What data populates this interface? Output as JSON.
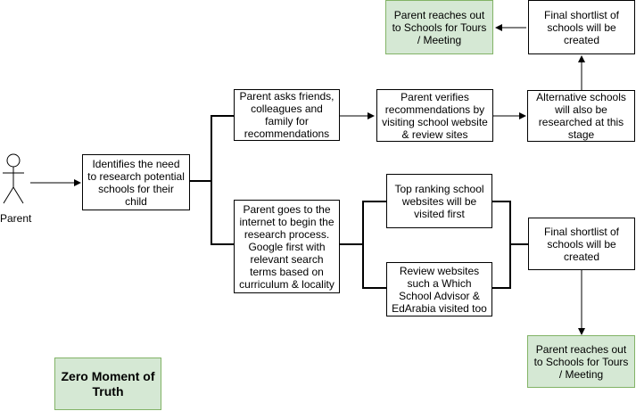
{
  "actor": {
    "label": "Parent"
  },
  "nodes": {
    "identify": "Identifies the need to research potential schools for their child",
    "ask_friends": "Parent asks friends, colleagues and family for recommendations",
    "verify": "Parent verifies recommendations by visiting school website & review sites",
    "alternative": "Alternative schools will also be researched at this stage",
    "shortlist_top": "Final shortlist of schools will be created",
    "reach_top": "Parent reaches out to Schools for Tours / Meeting",
    "internet": "Parent goes to the internet to begin the research process. Google first with relevant search terms based on curriculum & locality",
    "top_ranking": "Top ranking school websites will be visited first",
    "review_sites": "Review websites such a Which School Advisor & EdArabia visited too",
    "shortlist_bottom": "Final shortlist of schools will be created",
    "reach_bottom": "Parent reaches out to Schools for Tours / Meeting"
  },
  "legend": {
    "zmot": "Zero Moment of Truth"
  },
  "colors": {
    "green_fill": "#d5e8d4",
    "green_stroke": "#82b366"
  }
}
